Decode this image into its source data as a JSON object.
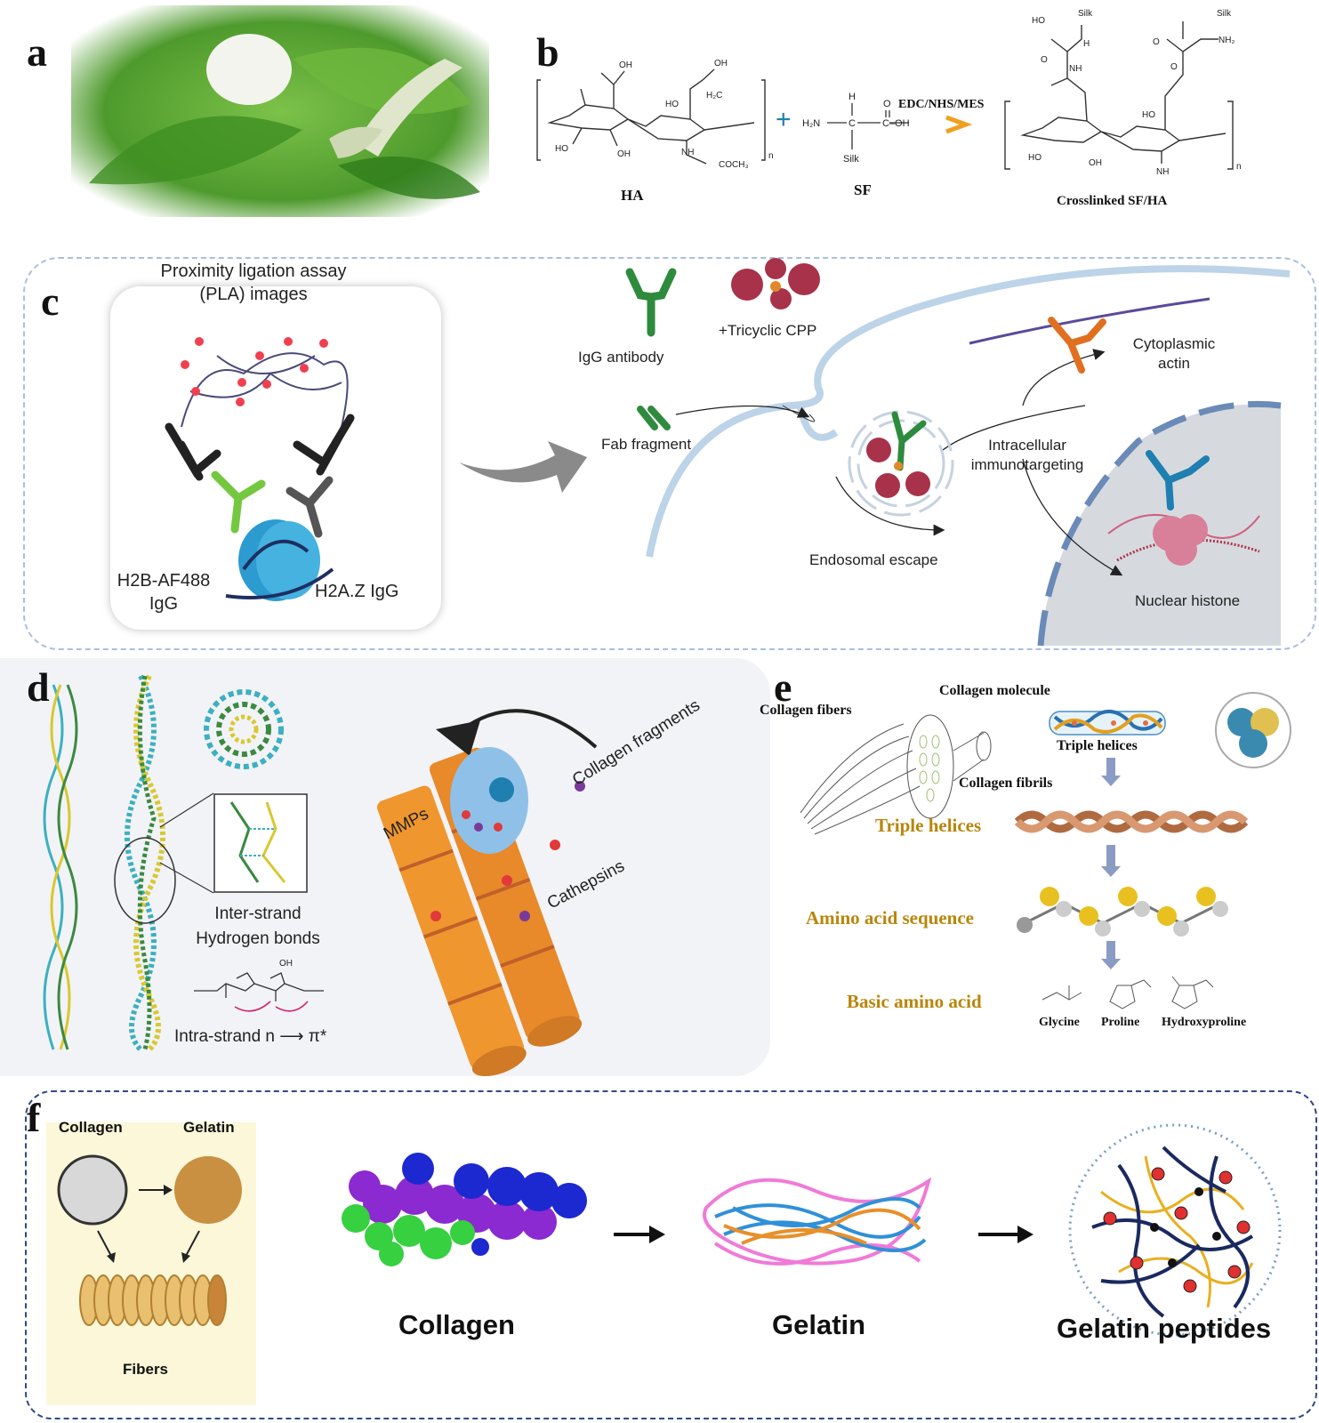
{
  "panels": {
    "a": {
      "label": "a"
    },
    "b": {
      "label": "b",
      "ha": "HA",
      "sf": "SF",
      "product": "Crosslinked SF/HA",
      "reagent": "EDC/NHS/MES",
      "atoms": {
        "oh": "OH",
        "ho": "HO",
        "h2c": "H₂C",
        "nh": "NH",
        "coch3": "COCH₃",
        "h": "H",
        "h2n": "H₂N",
        "c": "C",
        "coh": "C–OH",
        "o": "O",
        "silk": "Silk",
        "nh2": "NH₂",
        "n": "n"
      }
    },
    "c": {
      "label": "c",
      "pla_title": "Proximity ligation assay (PLA) images",
      "h2b": "H2B-AF488 IgG",
      "h2az": "H2A.Z IgG",
      "igg": "IgG antibody",
      "cpp": "+Tricyclic CPP",
      "fab": "Fab fragment",
      "endo": "Endosomal escape",
      "intra": "Intracellular immunotargeting",
      "cyto": "Cytoplasmic actin",
      "nuclear": "Nuclear histone"
    },
    "d": {
      "label": "d",
      "hbonds": "Inter-strand Hydrogen bonds",
      "intra": "Intra-strand n ⟶ π*",
      "mmps": "MMPs",
      "fragments": "Collagen fragments",
      "cathepsins": "Cathepsins"
    },
    "e": {
      "label": "e",
      "fibers": "Collagen fibers",
      "molecule": "Collagen molecule",
      "helices_top": "Triple helices",
      "fibrils": "Collagen fibrils",
      "helices": "Triple helices",
      "sequence": "Amino acid sequence",
      "basic": "Basic amino acid",
      "glycine": "Glycine",
      "proline": "Proline",
      "hydroxyproline": "Hydroxyproline"
    },
    "f": {
      "label": "f",
      "collagen_small": "Collagen",
      "gelatin_small": "Gelatin",
      "fibers": "Fibers",
      "collagen": "Collagen",
      "gelatin": "Gelatin",
      "peptides": "Gelatin peptides"
    }
  },
  "colors": {
    "green": "#2e8b3e",
    "orange": "#e07020",
    "blue": "#1e7fb0",
    "maroon": "#a8324a",
    "gold": "#b8860b",
    "dashed_blue": "#a9bfe0",
    "dark_dashed": "#2e4a86"
  }
}
